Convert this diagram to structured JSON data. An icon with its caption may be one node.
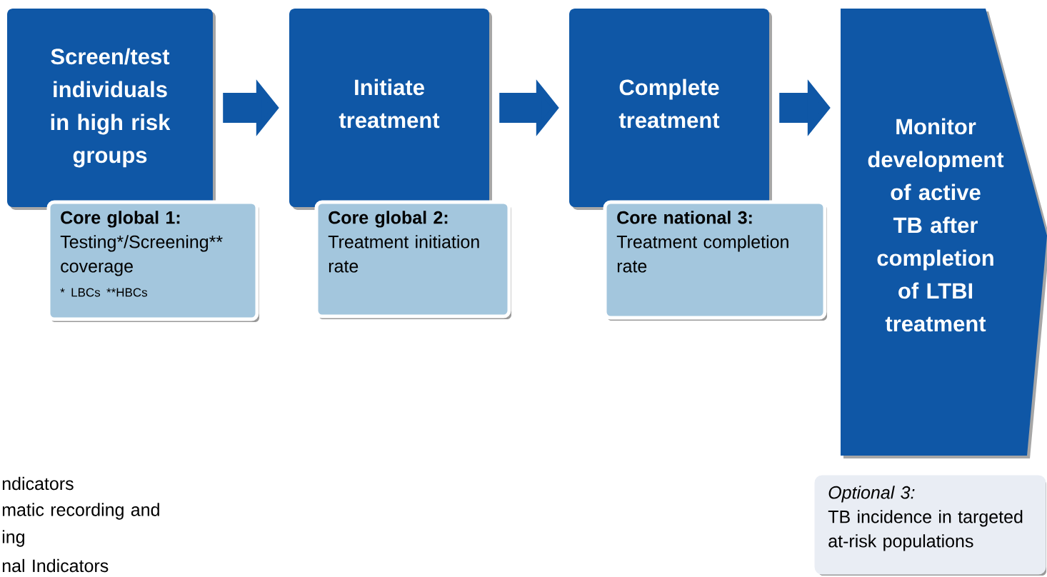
{
  "diagram": {
    "nodes": [
      {
        "text": [
          "Screen/test individuals in high risk groups"
        ]
      },
      {
        "text": [
          "Core global 1:",
          "Testing*/Screening** coverage",
          "* LBCs **HBCs"
        ]
      },
      {
        "text": [
          "Initiate treatment"
        ]
      },
      {
        "text": [
          "Core global 2:",
          "Treatment  initiation rate"
        ]
      },
      {
        "text": [
          "Complete treatment"
        ]
      },
      {
        "text": [
          "Core national 3:",
          "Treatment completion rate"
        ]
      },
      {
        "text": [
          "Monitor development of active TB after completion of LTBI treatment"
        ]
      },
      {
        "text": [
          "Optional 3:",
          "TB incidence in targeted at-risk populations"
        ]
      }
    ],
    "edges": [
      {
        "from": 0,
        "to": 2,
        "arrow": "to"
      },
      {
        "from": 2,
        "to": 4,
        "arrow": "to"
      },
      {
        "from": 4,
        "to": 6,
        "arrow": "to"
      }
    ],
    "labels": [
      "ndicators",
      "matic recording and ing",
      "nal Indicators"
    ]
  }
}
